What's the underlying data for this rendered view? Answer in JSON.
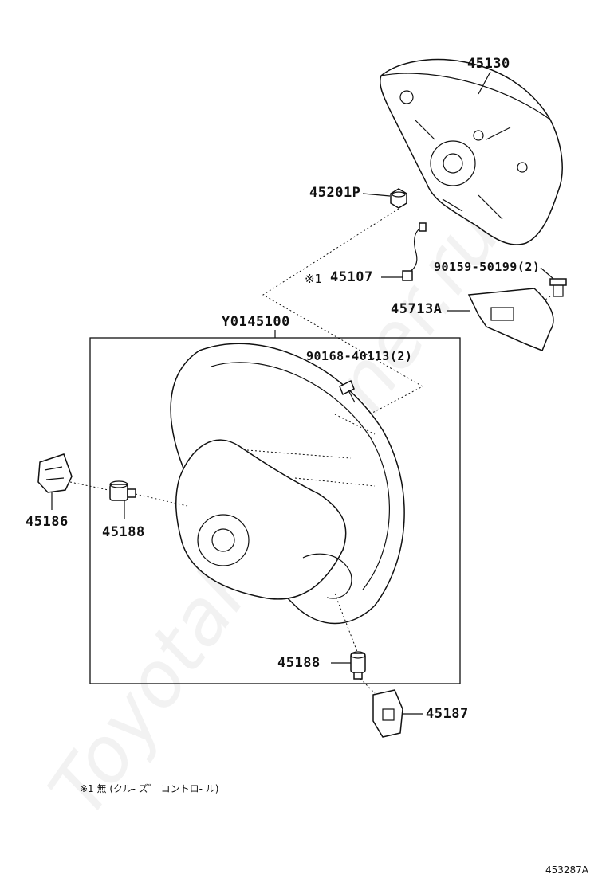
{
  "watermark": "ToyotaPartMiner.ru",
  "labels": {
    "p45130": "45130",
    "p45201p": "45201P",
    "p45107": "45107",
    "p45107_prefix": "※1",
    "p90159": "90159-50199(2)",
    "p45713a": "45713A",
    "assy": "Y0145100",
    "p90168": "90168-40113(2)",
    "p45186": "45186",
    "p45188_left": "45188",
    "p45188_bottom": "45188",
    "p45187": "45187"
  },
  "footnote": "※1 無 (クル- ズ゛ コントロ- ル)",
  "figure_id": "453287A"
}
